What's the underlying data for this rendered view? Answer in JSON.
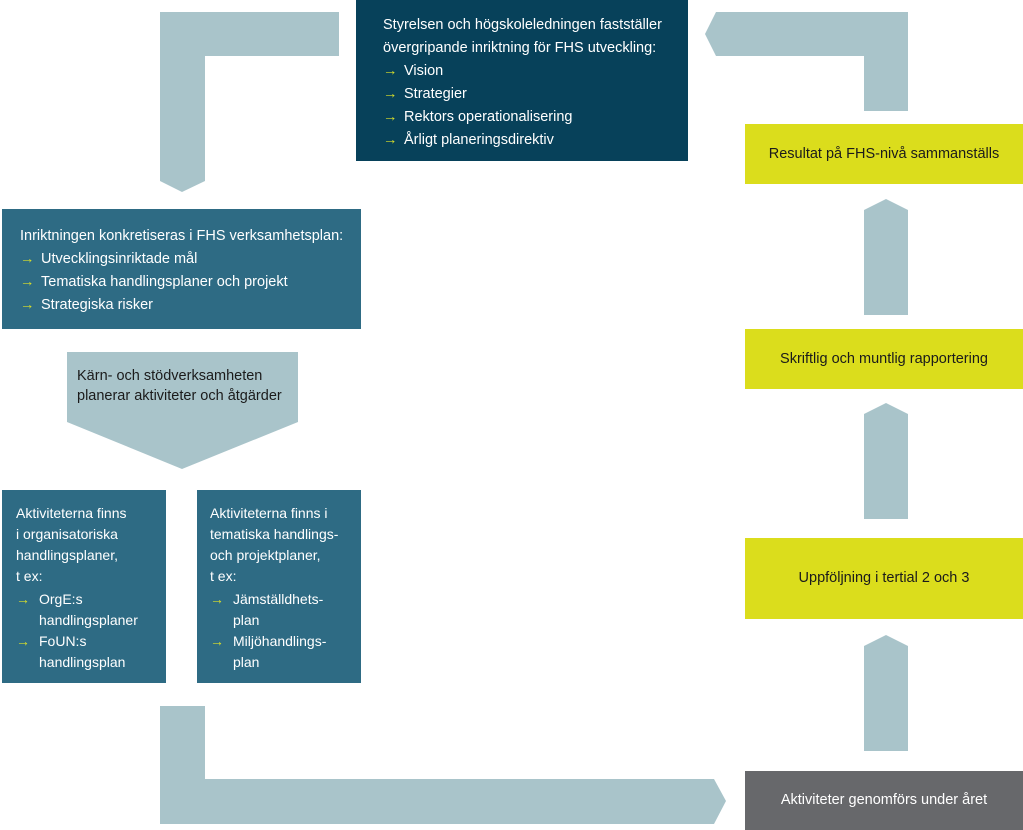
{
  "colors": {
    "arrow": "#a9c4ca",
    "dark_box": "#07415a",
    "teal_box": "#2e6b84",
    "yellow_box": "#dbdd1c",
    "grey_box": "#67686b",
    "bullet_arrow": "#d8de2a"
  },
  "top_box": {
    "intro": "Styrelsen och högskoleledningen fastställer övergripande inriktning för FHS utveckling:",
    "items": [
      "Vision",
      "Strategier",
      "Rektors operationalisering",
      "Årligt planeringsdirektiv"
    ]
  },
  "plan_box": {
    "intro": "Inriktningen konkretiseras i FHS verksamhetsplan:",
    "items": [
      "Utvecklingsinriktade mål",
      "Tematiska handlingsplaner och projekt",
      "Strategiska risker"
    ]
  },
  "pentagon": {
    "text": "Kärn- och stödverksamheten planerar aktiviteter och åtgärder"
  },
  "org_box": {
    "intro_lines": [
      "Aktiviteterna finns",
      "i organisatoriska",
      "handlingsplaner,",
      "t ex:"
    ],
    "items": [
      {
        "lines": [
          "OrgE:s",
          "handlingsplaner"
        ]
      },
      {
        "lines": [
          "FoUN:s",
          "handlingsplan"
        ]
      }
    ]
  },
  "theme_box": {
    "intro_lines": [
      "Aktiviteterna finns i",
      "tematiska handlings-",
      "och projektplaner,",
      "t ex:"
    ],
    "items": [
      {
        "lines": [
          "Jämställdhets-",
          "plan"
        ]
      },
      {
        "lines": [
          "Miljöhandlings-",
          "plan"
        ]
      }
    ]
  },
  "activities_box": {
    "text": "Aktiviteter genomförs under året"
  },
  "followup_box": {
    "text": "Uppföljning i tertial 2 och 3"
  },
  "reporting_box": {
    "text": "Skriftlig och muntlig rapportering"
  },
  "result_box": {
    "text": "Resultat på FHS-nivå sammanställs"
  },
  "bullet_glyph": "→"
}
